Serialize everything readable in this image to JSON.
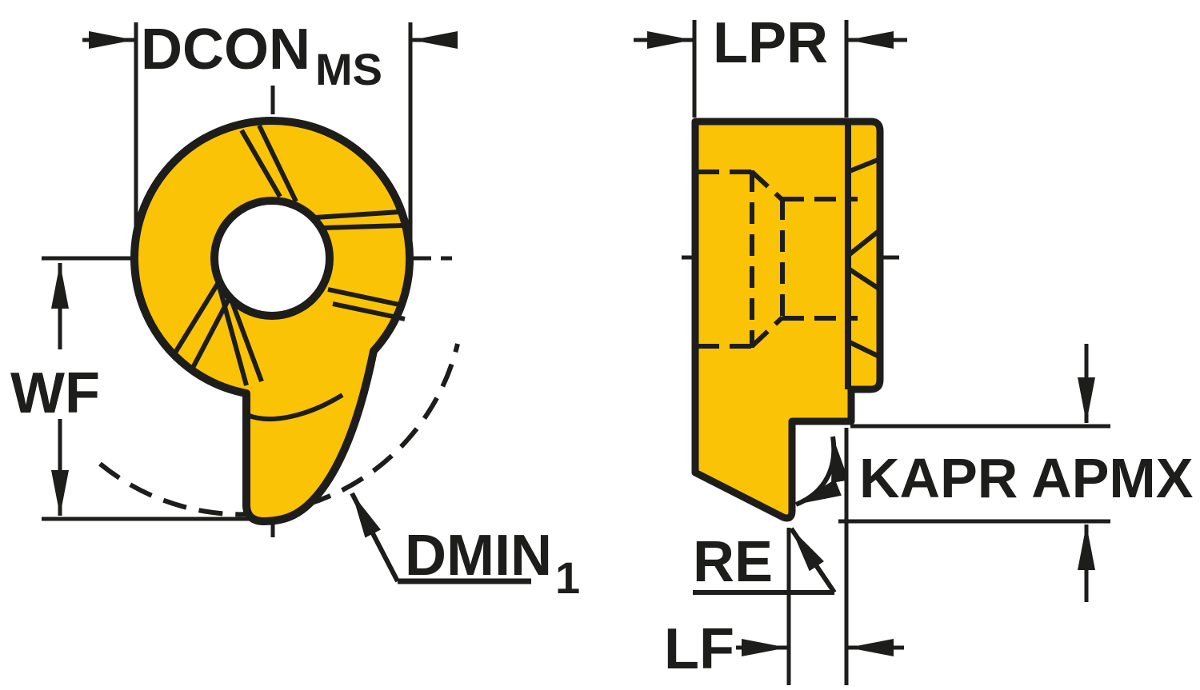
{
  "drawing": {
    "type": "engineering-dimension-drawing",
    "subject": "grooving insert, front and side view"
  },
  "colors": {
    "insert": "#FAC306",
    "line": "#1D1D1B",
    "bg": "#FFFFFF"
  },
  "dimensions": {
    "dconms": {
      "label": "DCON",
      "sub": "MS"
    },
    "wf": {
      "label": "WF"
    },
    "dmin1": {
      "label": "DMIN",
      "sub": "1"
    },
    "lpr": {
      "label": "LPR"
    },
    "kapr_apmx": {
      "label": "KAPR APMX"
    },
    "re": {
      "label": "RE"
    },
    "lf": {
      "label": "LF"
    }
  }
}
